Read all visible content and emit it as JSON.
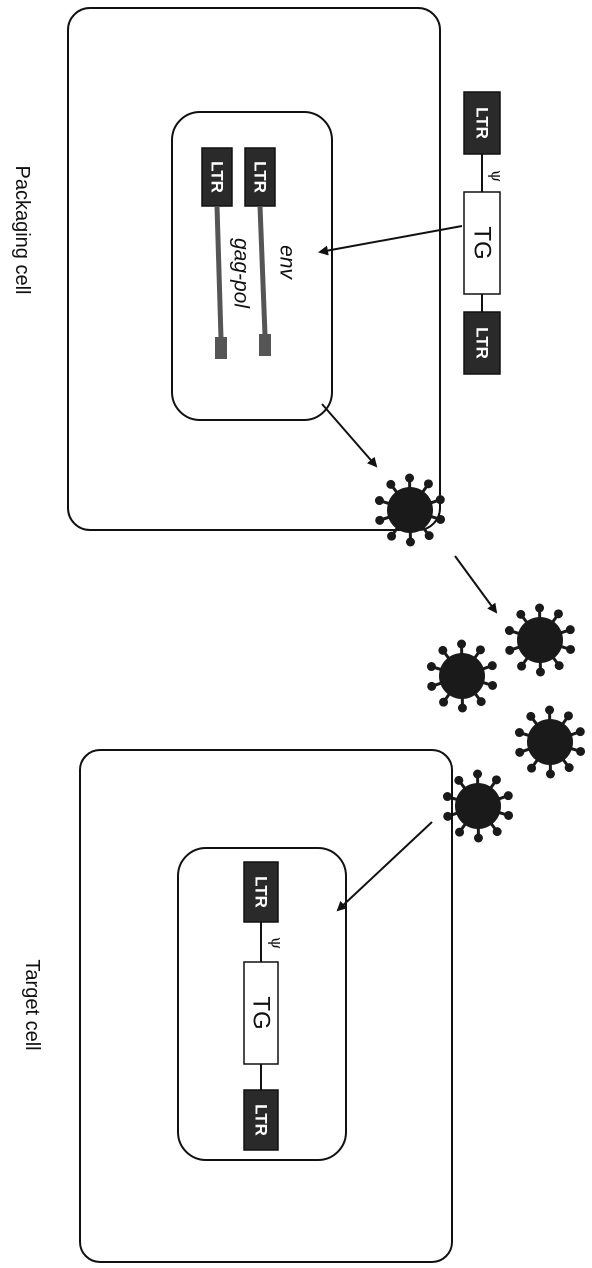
{
  "labels": {
    "packaging_cell": "Packaging cell",
    "target_cell": "Target cell",
    "ltr": "LTR",
    "tg": "TG",
    "psi": "ψ",
    "env": "env",
    "gag_pol": "gag-pol"
  },
  "colors": {
    "ltr_box": "#2a2a2a",
    "virus": "#1a1a1a",
    "outline": "#111111"
  }
}
